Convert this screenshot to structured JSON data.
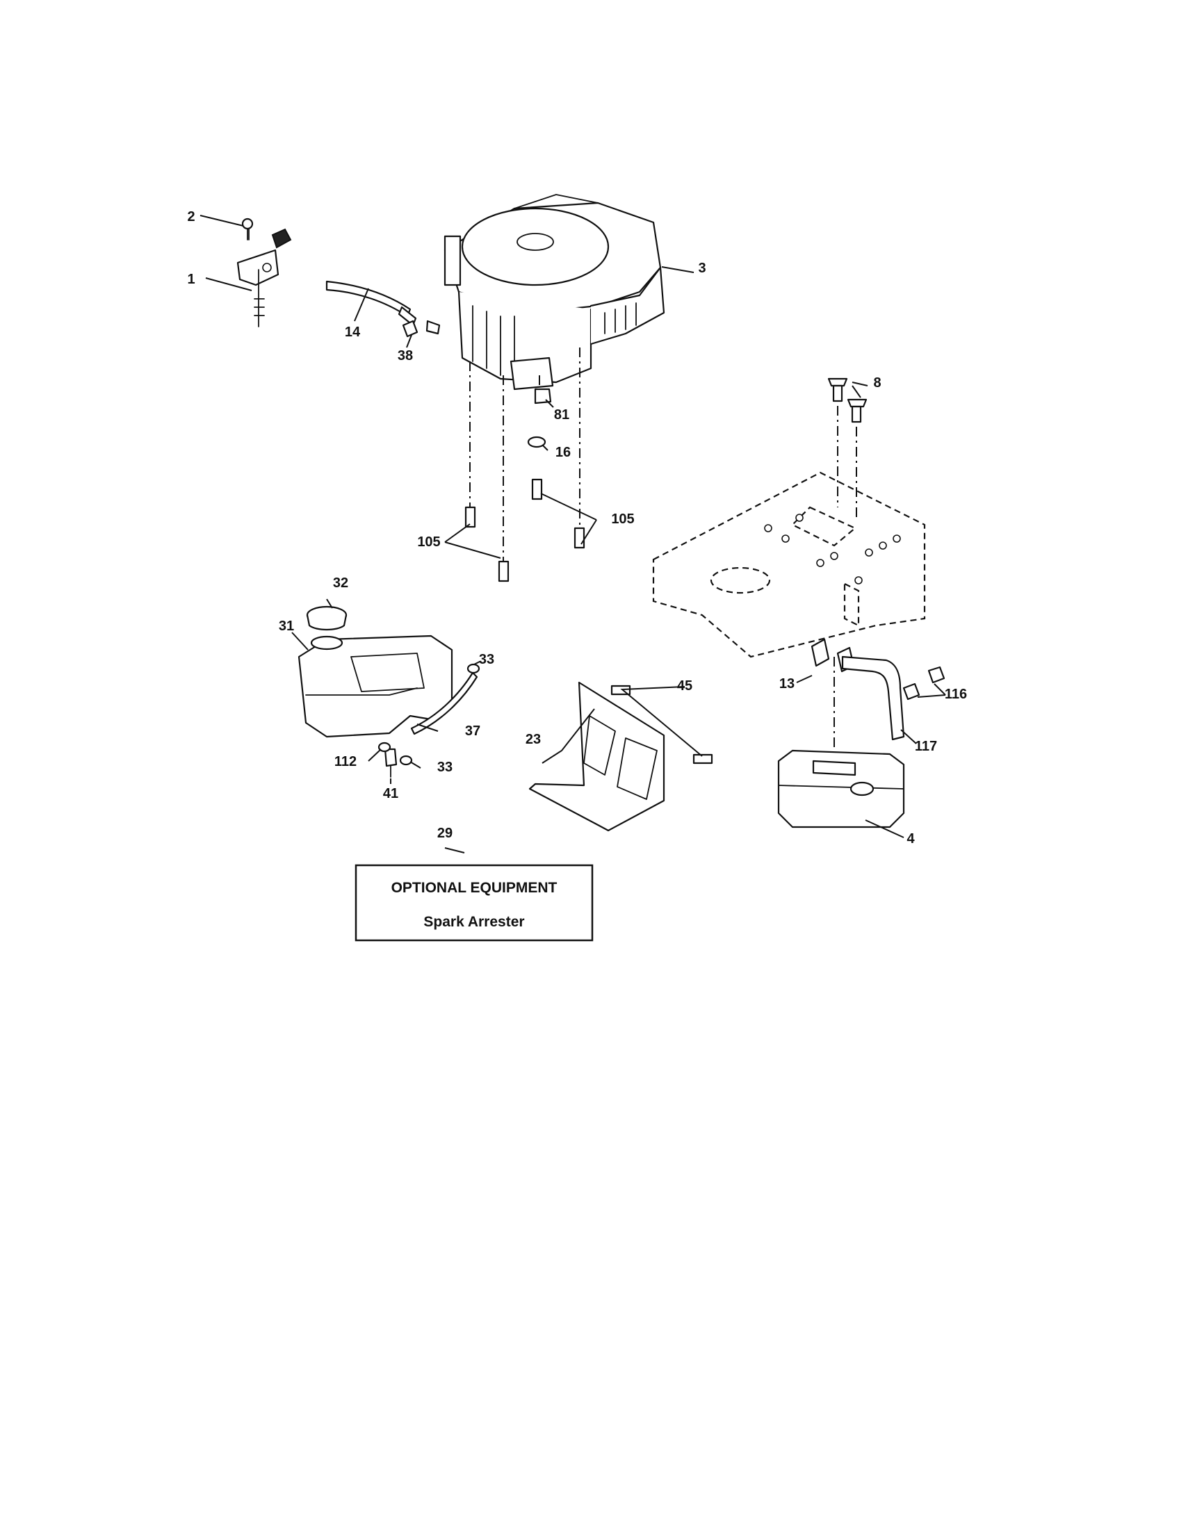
{
  "callouts": [
    {
      "id": "c1",
      "label": "1"
    },
    {
      "id": "c2",
      "label": "2"
    },
    {
      "id": "c3",
      "label": "3"
    },
    {
      "id": "c4",
      "label": "4"
    },
    {
      "id": "c8",
      "label": "8"
    },
    {
      "id": "c13",
      "label": "13"
    },
    {
      "id": "c14",
      "label": "14"
    },
    {
      "id": "c16",
      "label": "16"
    },
    {
      "id": "c23",
      "label": "23"
    },
    {
      "id": "c29",
      "label": "29"
    },
    {
      "id": "c31",
      "label": "31"
    },
    {
      "id": "c32",
      "label": "32"
    },
    {
      "id": "c33a",
      "label": "33"
    },
    {
      "id": "c33b",
      "label": "33"
    },
    {
      "id": "c37",
      "label": "37"
    },
    {
      "id": "c38",
      "label": "38"
    },
    {
      "id": "c41",
      "label": "41"
    },
    {
      "id": "c45",
      "label": "45"
    },
    {
      "id": "c81",
      "label": "81"
    },
    {
      "id": "c105a",
      "label": "105"
    },
    {
      "id": "c105b",
      "label": "105"
    },
    {
      "id": "c112",
      "label": "112"
    },
    {
      "id": "c116",
      "label": "116"
    },
    {
      "id": "c117",
      "label": "117"
    }
  ],
  "optional_box": {
    "title": "OPTIONAL EQUIPMENT",
    "item": "Spark Arrester"
  }
}
